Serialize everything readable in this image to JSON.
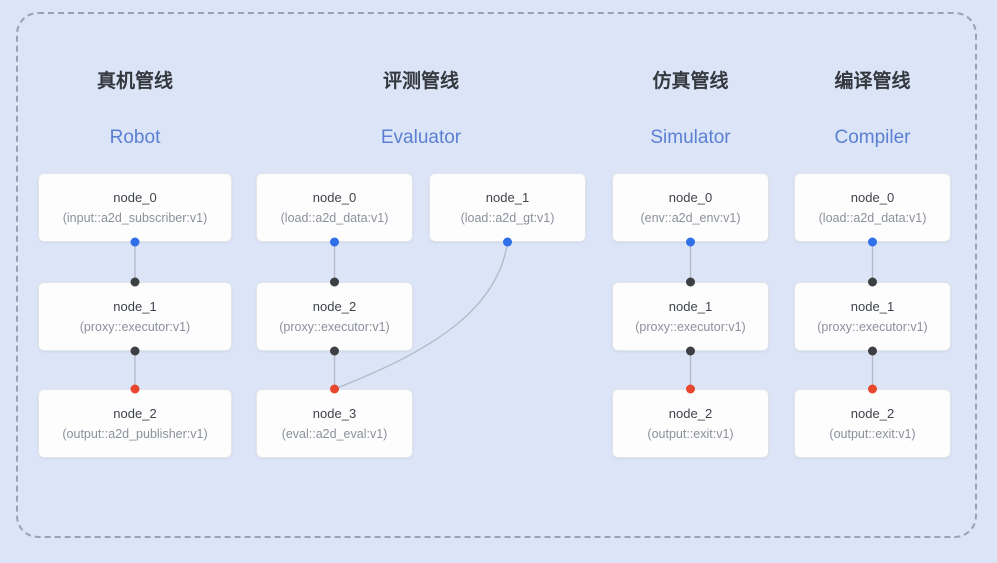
{
  "diagram": {
    "pipelines": [
      {
        "title_zh": "真机管线",
        "title_en": "Robot",
        "nodes": [
          {
            "name": "node_0",
            "type": "(input::a2d_subscriber:v1)"
          },
          {
            "name": "node_1",
            "type": "(proxy::executor:v1)"
          },
          {
            "name": "node_2",
            "type": "(output::a2d_publisher:v1)"
          }
        ],
        "edges": [
          {
            "from": "node_0",
            "to": "node_1"
          },
          {
            "from": "node_1",
            "to": "node_2"
          }
        ]
      },
      {
        "title_zh": "评测管线",
        "title_en": "Evaluator",
        "nodes": [
          {
            "name": "node_0",
            "type": "(load::a2d_data:v1)"
          },
          {
            "name": "node_1",
            "type": "(load::a2d_gt:v1)"
          },
          {
            "name": "node_2",
            "type": "(proxy::executor:v1)"
          },
          {
            "name": "node_3",
            "type": "(eval::a2d_eval:v1)"
          }
        ],
        "edges": [
          {
            "from": "node_0",
            "to": "node_2"
          },
          {
            "from": "node_1",
            "to": "node_3"
          },
          {
            "from": "node_2",
            "to": "node_3"
          }
        ]
      },
      {
        "title_zh": "仿真管线",
        "title_en": "Simulator",
        "nodes": [
          {
            "name": "node_0",
            "type": "(env::a2d_env:v1)"
          },
          {
            "name": "node_1",
            "type": "(proxy::executor:v1)"
          },
          {
            "name": "node_2",
            "type": "(output::exit:v1)"
          }
        ],
        "edges": [
          {
            "from": "node_0",
            "to": "node_1"
          },
          {
            "from": "node_1",
            "to": "node_2"
          }
        ]
      },
      {
        "title_zh": "编译管线",
        "title_en": "Compiler",
        "nodes": [
          {
            "name": "node_0",
            "type": "(load::a2d_data:v1)"
          },
          {
            "name": "node_1",
            "type": "(proxy::executor:v1)"
          },
          {
            "name": "node_2",
            "type": "(output::exit:v1)"
          }
        ],
        "edges": [
          {
            "from": "node_0",
            "to": "node_1"
          },
          {
            "from": "node_1",
            "to": "node_2"
          }
        ]
      }
    ],
    "colors": {
      "background": "#dce5f7",
      "frame_dash": "#9aa3b4",
      "title_zh": "#34383f",
      "title_en": "#5b80d2",
      "node_bg": "#fdfdfe",
      "node_border": "#e2e4e9",
      "edge": "#b3bac8",
      "port_source_blue": "#2f6fe8",
      "port_intermediate_dark": "#3d3f42",
      "port_sink_red": "#e8472e"
    }
  }
}
